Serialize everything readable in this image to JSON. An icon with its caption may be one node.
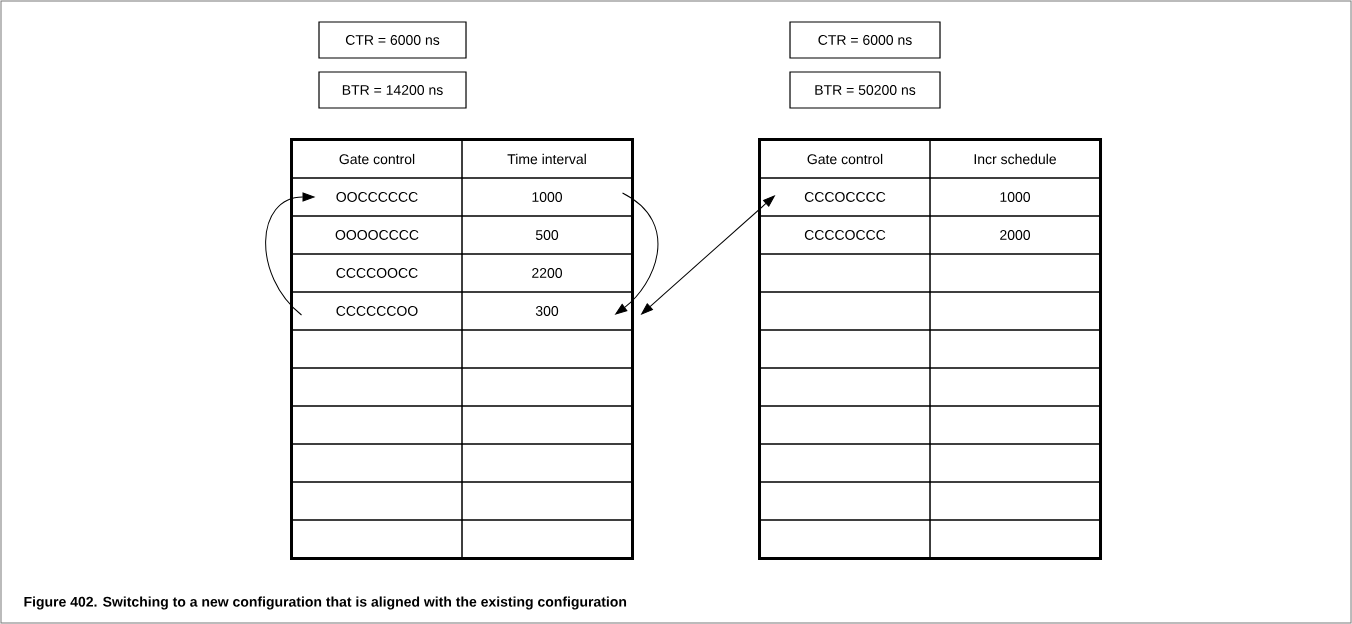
{
  "diagram": {
    "caption": "Figure 402. Switching to a new configuration that is aligned with the existing configuration",
    "nodes": [
      {
        "text": [
          "CTR = 6000 ns"
        ]
      },
      {
        "text": [
          "BTR = 14200 ns"
        ]
      },
      {
        "text": [
          "CTR = 6000 ns"
        ]
      },
      {
        "text": [
          "BTR = 50200 ns"
        ]
      },
      {
        "text": [],
        "shape": "box"
      },
      {
        "text": [
          "Gate control"
        ],
        "in": 4
      },
      {
        "text": [
          "Time interval"
        ],
        "in": 4
      },
      {
        "text": [
          "OOCCCCCC"
        ],
        "in": 4
      },
      {
        "text": [
          "1000"
        ],
        "in": 4
      },
      {
        "text": [
          "OOOOCCCC"
        ],
        "in": 4
      },
      {
        "text": [
          "500"
        ],
        "in": 4
      },
      {
        "text": [
          "CCCCOOCC"
        ],
        "in": 4
      },
      {
        "text": [
          "2200"
        ],
        "in": 4
      },
      {
        "text": [
          "CCCCCCOO"
        ],
        "in": 4
      },
      {
        "text": [
          "300"
        ],
        "in": 4
      },
      {
        "text": [],
        "shape": "box",
        "in": 4
      },
      {
        "text": [],
        "shape": "box",
        "in": 4
      },
      {
        "text": [],
        "shape": "box",
        "in": 4
      },
      {
        "text": [],
        "shape": "box",
        "in": 4
      },
      {
        "text": [],
        "shape": "box",
        "in": 4
      },
      {
        "text": [],
        "shape": "box",
        "in": 4
      },
      {
        "text": [],
        "shape": "box",
        "in": 4
      },
      {
        "text": [],
        "shape": "box",
        "in": 4
      },
      {
        "text": [],
        "shape": "box",
        "in": 4
      },
      {
        "text": [],
        "shape": "box",
        "in": 4
      },
      {
        "text": [],
        "shape": "box",
        "in": 4
      },
      {
        "text": [],
        "shape": "box",
        "in": 4
      },
      {
        "text": [],
        "shape": "box"
      },
      {
        "text": [
          "Gate control"
        ],
        "in": 27
      },
      {
        "text": [
          "Incr schedule"
        ],
        "in": 27
      },
      {
        "text": [
          "CCCOCCCC"
        ],
        "in": 27
      },
      {
        "text": [
          "1000"
        ],
        "in": 27
      },
      {
        "text": [
          "CCCCOCCC"
        ],
        "in": 27
      },
      {
        "text": [
          "2000"
        ],
        "in": 27
      },
      {
        "text": [],
        "shape": "box",
        "in": 27
      },
      {
        "text": [],
        "shape": "box",
        "in": 27
      },
      {
        "text": [],
        "shape": "box",
        "in": 27
      },
      {
        "text": [],
        "shape": "box",
        "in": 27
      },
      {
        "text": [],
        "shape": "box",
        "in": 27
      },
      {
        "text": [],
        "shape": "box",
        "in": 27
      },
      {
        "text": [],
        "shape": "box",
        "in": 27
      },
      {
        "text": [],
        "shape": "box",
        "in": 27
      },
      {
        "text": [],
        "shape": "box",
        "in": 27
      },
      {
        "text": [],
        "shape": "box",
        "in": 27
      },
      {
        "text": [],
        "shape": "box",
        "in": 27
      },
      {
        "text": [],
        "shape": "box",
        "in": 27
      },
      {
        "text": [],
        "shape": "box",
        "in": 27
      },
      {
        "text": [],
        "shape": "box",
        "in": 27
      },
      {
        "text": [],
        "shape": "box",
        "in": 27
      },
      {
        "text": [],
        "shape": "box",
        "in": 27
      }
    ],
    "edges": [
      {
        "from": 13,
        "to": 7,
        "arrow": "to"
      },
      {
        "from": 8,
        "to": 14,
        "arrow": "to"
      },
      {
        "from": 14,
        "to": 30,
        "arrow": "both"
      }
    ]
  }
}
